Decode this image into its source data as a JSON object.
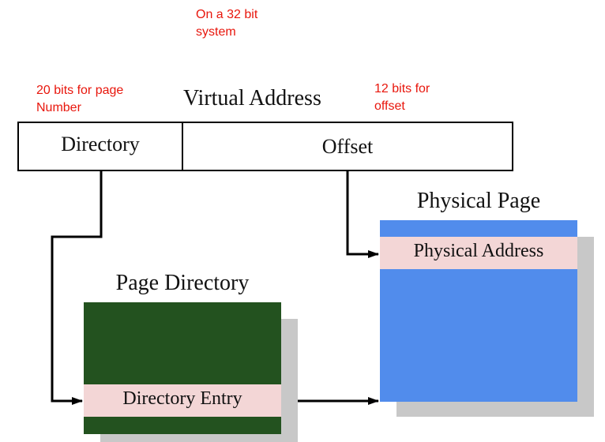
{
  "annotations": {
    "system_note_line1": "On a 32 bit",
    "system_note_line2": "system",
    "page_bits_line1": "20 bits for page",
    "page_bits_line2": "Number",
    "offset_bits_line1": "12 bits for",
    "offset_bits_line2": "offset"
  },
  "virtual_address": {
    "title": "Virtual Address",
    "directory_field": "Directory",
    "offset_field": "Offset"
  },
  "page_directory": {
    "title": "Page Directory",
    "entry_label": "Directory Entry"
  },
  "physical_page": {
    "title": "Physical Page",
    "entry_label": "Physical Address"
  },
  "colors": {
    "note_red": "#e8160c",
    "directory_green": "#23521f",
    "page_blue": "#518cec",
    "entry_pink": "#f3d6d6",
    "shadow_gray": "#c8c8c8"
  }
}
